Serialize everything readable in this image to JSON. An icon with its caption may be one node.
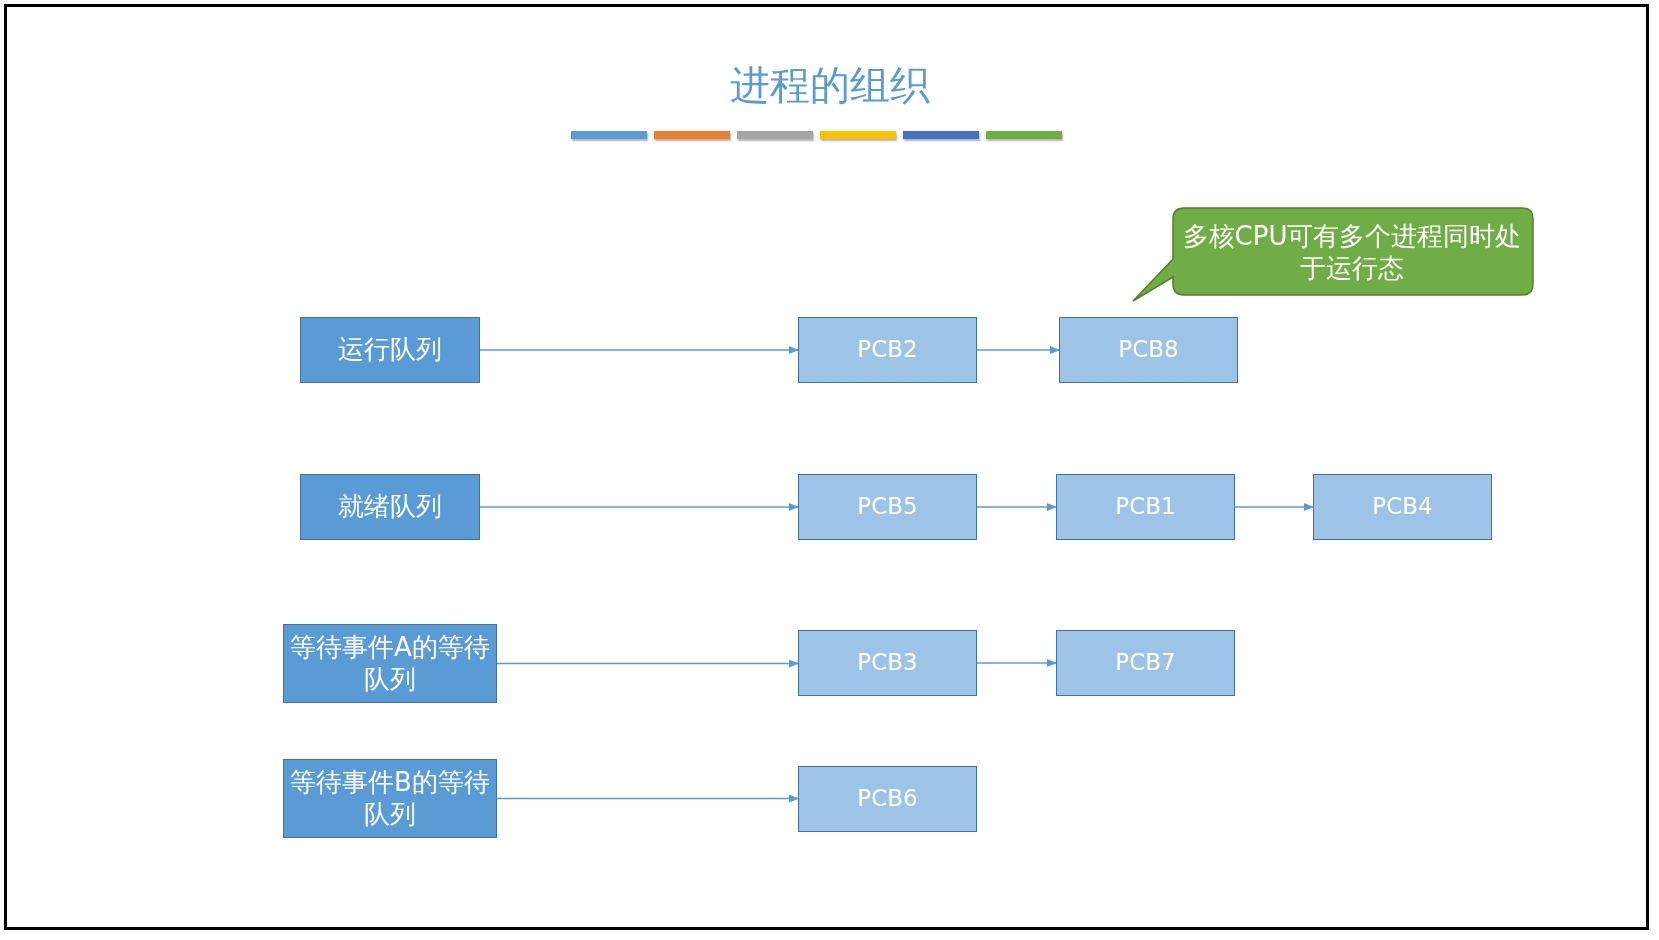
{
  "diagram": {
    "title": "进程的组织",
    "nodes": [
      {
        "text": [
          "多核CPU可有多个进程同时处于运行态"
        ]
      },
      {
        "text": [
          "运行队列"
        ]
      },
      {
        "text": [
          "PCB2"
        ]
      },
      {
        "text": [
          "PCB8"
        ]
      },
      {
        "text": [
          "就绪队列"
        ]
      },
      {
        "text": [
          "PCB5"
        ]
      },
      {
        "text": [
          "PCB1"
        ]
      },
      {
        "text": [
          "PCB4"
        ]
      },
      {
        "text": [
          "等待事件A的等待队列"
        ]
      },
      {
        "text": [
          "PCB3"
        ]
      },
      {
        "text": [
          "PCB7"
        ]
      },
      {
        "text": [
          "等待事件B的等待队列"
        ]
      },
      {
        "text": [
          "PCB6"
        ]
      }
    ],
    "edges": [
      {
        "from": 1,
        "to": 2,
        "arrow": "to"
      },
      {
        "from": 2,
        "to": 3,
        "arrow": "to"
      },
      {
        "from": 4,
        "to": 5,
        "arrow": "to"
      },
      {
        "from": 5,
        "to": 6,
        "arrow": "to"
      },
      {
        "from": 6,
        "to": 7,
        "arrow": "to"
      },
      {
        "from": 8,
        "to": 9,
        "arrow": "to"
      },
      {
        "from": 9,
        "to": 10,
        "arrow": "to"
      },
      {
        "from": 11,
        "to": 12,
        "arrow": "to"
      }
    ]
  }
}
